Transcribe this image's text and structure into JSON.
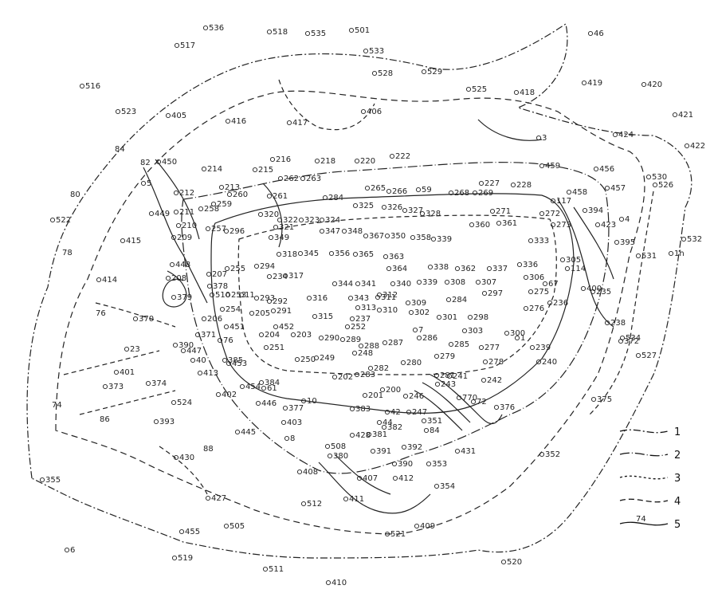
{
  "map": {
    "wells": [
      "536",
      "518",
      "535",
      "501",
      "517",
      "533",
      "46",
      "528",
      "529",
      "516",
      "525",
      "418",
      "419",
      "420",
      "523",
      "405",
      "406",
      "416",
      "417",
      "421",
      "422",
      "424",
      "3",
      "450",
      "5",
      "214",
      "215",
      "216",
      "218",
      "220",
      "222",
      "262",
      "263",
      "213",
      "260",
      "261",
      "212",
      "284",
      "265",
      "266",
      "59",
      "268",
      "269",
      "227",
      "228",
      "459",
      "456",
      "457",
      "458",
      "530",
      "526",
      "4",
      "532",
      "1h",
      "531",
      "522",
      "449",
      "211",
      "210",
      "209",
      "258",
      "259",
      "257",
      "320",
      "321",
      "325",
      "326",
      "327",
      "328",
      "271",
      "272",
      "117",
      "394",
      "423",
      "395",
      "400",
      "415",
      "296",
      "349",
      "322",
      "323",
      "324",
      "347",
      "348",
      "367",
      "350",
      "358",
      "339",
      "360",
      "361",
      "333",
      "273",
      "414",
      "448",
      "208",
      "207",
      "255",
      "294",
      "318",
      "345",
      "356",
      "365",
      "363",
      "364",
      "338",
      "362",
      "337",
      "336",
      "305",
      "114",
      "234",
      "317",
      "344",
      "341",
      "340",
      "339",
      "308",
      "307",
      "306",
      "67",
      "235",
      "378",
      "254",
      "253",
      "293",
      "292",
      "316",
      "343",
      "312",
      "311",
      "309",
      "284",
      "297",
      "275",
      "236",
      "379",
      "206",
      "205",
      "291",
      "315",
      "313",
      "310",
      "302",
      "301",
      "298",
      "276",
      "237",
      "370",
      "451",
      "452",
      "252",
      "7",
      "303",
      "300",
      "1",
      "238",
      "371",
      "76",
      "204",
      "203",
      "290",
      "289",
      "288",
      "287",
      "286",
      "285",
      "277",
      "239",
      "372",
      "534",
      "527",
      "23",
      "390",
      "447",
      "40",
      "385",
      "251",
      "250",
      "249",
      "248",
      "282",
      "280",
      "279",
      "278",
      "240",
      "401",
      "453",
      "202",
      "283",
      "281",
      "241",
      "242",
      "373",
      "374",
      "413",
      "454",
      "384",
      "61",
      "201",
      "200",
      "246",
      "243",
      "770",
      "72",
      "376",
      "375",
      "402",
      "524",
      "446",
      "10",
      "383",
      "42",
      "247",
      "351",
      "377",
      "44",
      "382",
      "84",
      "393",
      "445",
      "403",
      "428",
      "381",
      "391",
      "392",
      "431",
      "352",
      "8",
      "508",
      "380",
      "390",
      "408",
      "353",
      "430",
      "407",
      "412",
      "354",
      "355",
      "427",
      "512",
      "411",
      "409",
      "455",
      "505",
      "521",
      "6",
      "519",
      "511",
      "410",
      "520",
      "510",
      "11"
    ],
    "contour_labels": [
      "84",
      "82",
      "80",
      "78",
      "76",
      "74",
      "86",
      "88"
    ],
    "legend": {
      "items": [
        {
          "num": "1"
        },
        {
          "num": "2"
        },
        {
          "num": "3"
        },
        {
          "num": "4"
        },
        {
          "num": "5",
          "prefix": "74"
        }
      ]
    }
  }
}
